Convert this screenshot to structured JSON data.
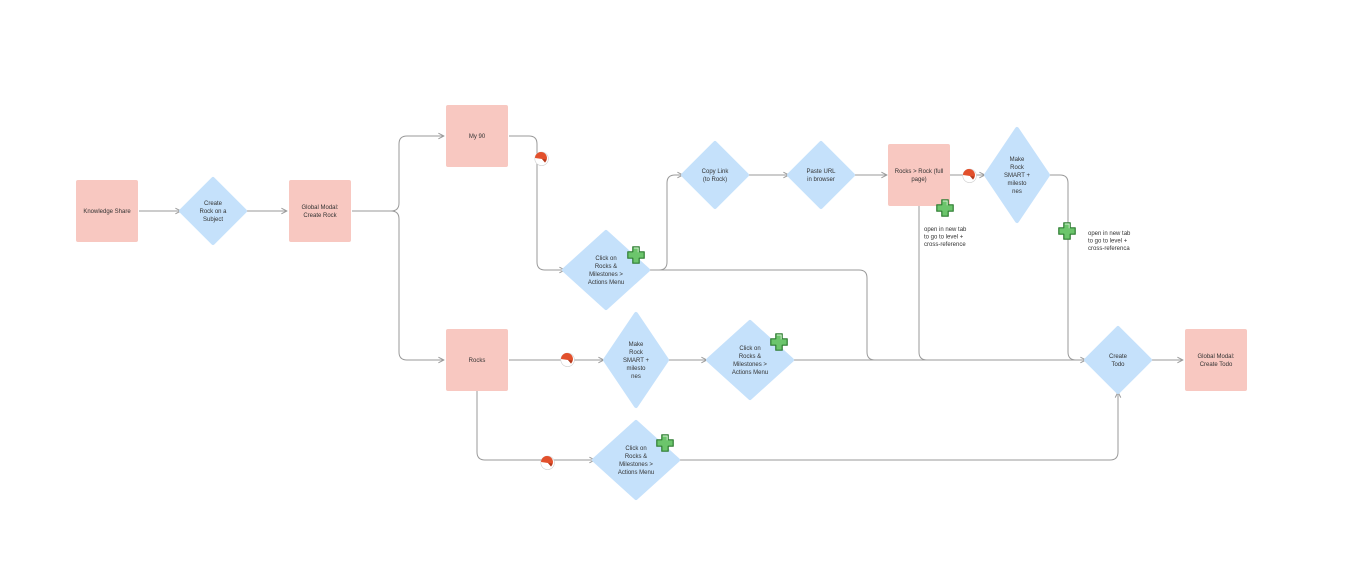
{
  "colors": {
    "rect_fill": "#f8c8c1",
    "diamond_fill": "#c5e1fb",
    "connector": "#9a9a9a",
    "text": "#333333",
    "marker_fill": "#e2502c",
    "plus_fill": "#6cc56c",
    "plus_stroke": "#2e7d32"
  },
  "nodes": {
    "knowledge_share": {
      "label": [
        "Knowledge Share"
      ]
    },
    "create_rock": {
      "label": [
        "Create",
        "Rock on a",
        "Subject"
      ]
    },
    "global_modal_rock": {
      "label": [
        "Global Modal:",
        "Create Rock"
      ]
    },
    "my90": {
      "label": [
        "My 90"
      ]
    },
    "rocks": {
      "label": [
        "Rocks"
      ]
    },
    "click_rm_top": {
      "label": [
        "Click on",
        "Rocks &",
        "Milestones >",
        "Actions Menu"
      ]
    },
    "copy_link": {
      "label": [
        "Copy Link",
        "(to Rock)"
      ]
    },
    "paste_url": {
      "label": [
        "Paste URL",
        "in browser"
      ]
    },
    "rock_full": {
      "label": [
        "Rocks > Rock (full",
        "page)"
      ]
    },
    "make_smart_top": {
      "label": [
        "Make",
        "Rock",
        "SMART +",
        "milesto",
        "nes"
      ]
    },
    "make_smart_mid": {
      "label": [
        "Make",
        "Rock",
        "SMART +",
        "milesto",
        "nes"
      ]
    },
    "click_rm_mid": {
      "label": [
        "Click on",
        "Rocks &",
        "Milestones >",
        "Actions Menu"
      ]
    },
    "click_rm_bot": {
      "label": [
        "Click on",
        "Rocks &",
        "Milestones >",
        "Actions Menu"
      ]
    },
    "create_todo": {
      "label": [
        "Create",
        "Todo"
      ]
    },
    "global_modal_todo": {
      "label": [
        "Global Modal:",
        "Create Todo"
      ]
    }
  },
  "notes": {
    "note_a": [
      "open in new tab",
      "to go to level +",
      "cross-reference"
    ],
    "note_b": [
      "open in new tab",
      "to go to level +",
      "cross-referenca"
    ]
  },
  "icons": {
    "marker": "red-sticker-icon",
    "plus": "green-plus-icon"
  }
}
